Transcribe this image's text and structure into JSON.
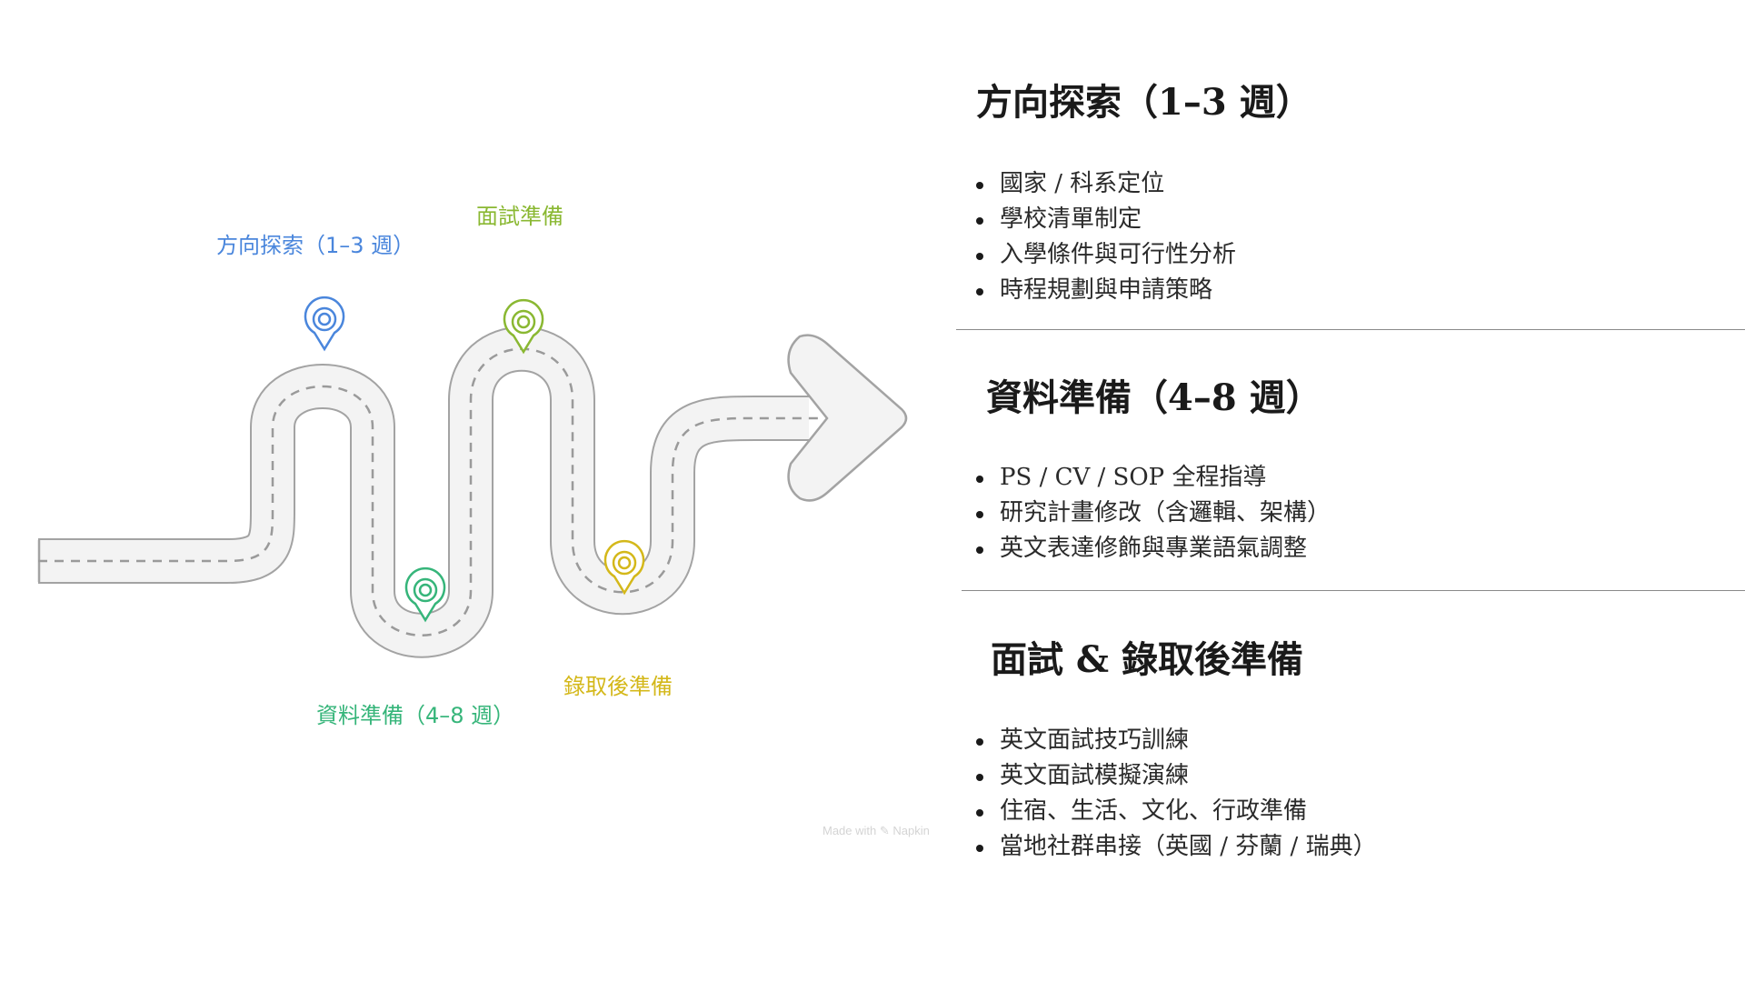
{
  "pins": [
    {
      "label": "方向探索（1–3 週）",
      "color": "#4a86dc"
    },
    {
      "label": "資料準備（4–8 週）",
      "color": "#36b57a"
    },
    {
      "label": "面試準備",
      "color": "#8ab832"
    },
    {
      "label": "錄取後準備",
      "color": "#d4b81a"
    }
  ],
  "watermark": "Made with ✎ Napkin",
  "sections": [
    {
      "title": "方向探索（1–3 週）",
      "items": [
        "國家 / 科系定位",
        "學校清單制定",
        "入學條件與可行性分析",
        "時程規劃與申請策略"
      ]
    },
    {
      "title": "資料準備（4–8 週）",
      "items": [
        "PS / CV / SOP 全程指導",
        "研究計畫修改（含邏輯、架構）",
        "英文表達修飾與專業語氣調整"
      ]
    },
    {
      "title": "面試 & 錄取後準備",
      "items": [
        "英文面試技巧訓練",
        "英文面試模擬演練",
        "住宿、生活、文化、行政準備",
        "當地社群串接（英國 / 芬蘭 / 瑞典）"
      ]
    }
  ]
}
